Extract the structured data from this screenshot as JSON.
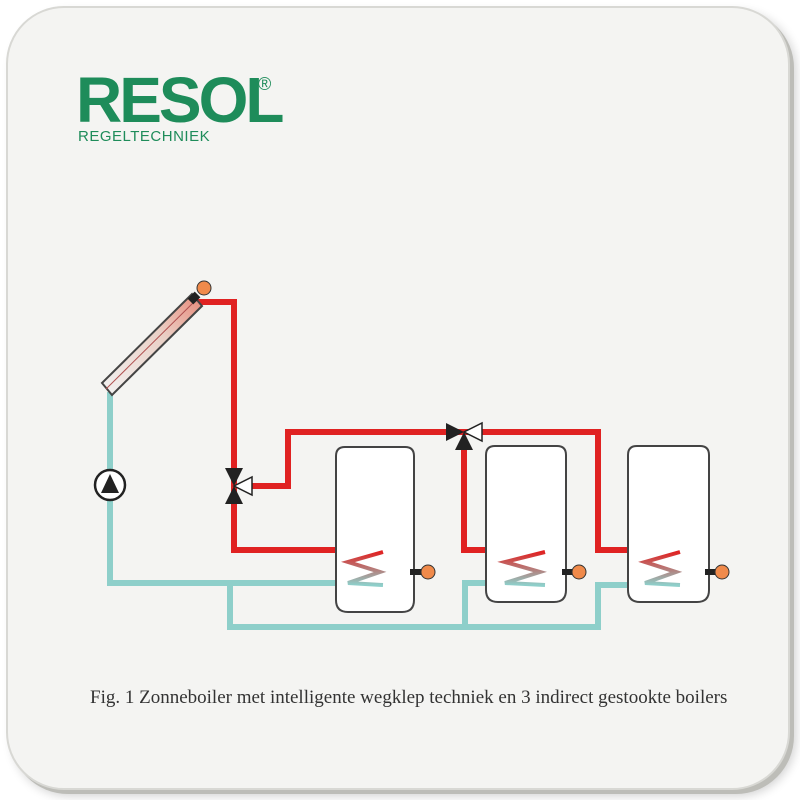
{
  "logo": {
    "brand": "RESOL",
    "registered": "®",
    "subtitle": "REGELTECHNIEK"
  },
  "caption": "Fig. 1 Zonneboiler met intelligente wegklep techniek en 3 indirect gestookte boilers",
  "colors": {
    "brand": "#1e8c5a",
    "hot_pipe": "#e02222",
    "cold_pipe": "#8ecfca",
    "sensor": "#f08a4b",
    "tank_fill": "#ffffff",
    "tank_stroke": "#444444"
  },
  "diagram": {
    "components": [
      {
        "id": "collector",
        "icon": "solar-collector-icon"
      },
      {
        "id": "pump",
        "icon": "pump-icon"
      },
      {
        "id": "valve-left",
        "icon": "three-way-valve-icon"
      },
      {
        "id": "valve-top",
        "icon": "three-way-valve-icon"
      },
      {
        "id": "tank-1",
        "icon": "storage-tank-icon"
      },
      {
        "id": "tank-2",
        "icon": "storage-tank-icon"
      },
      {
        "id": "tank-3",
        "icon": "storage-tank-icon"
      }
    ]
  }
}
